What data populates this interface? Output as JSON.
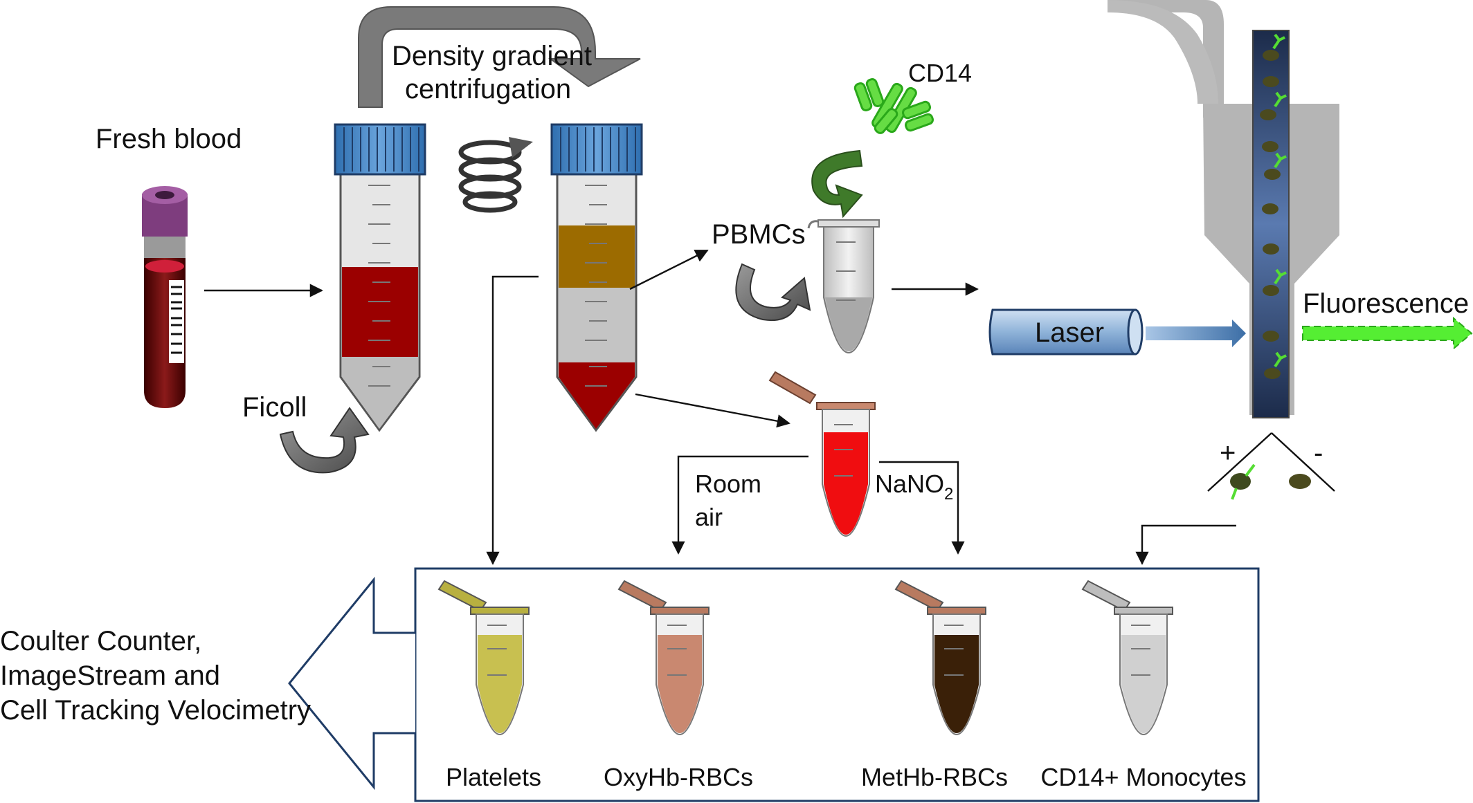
{
  "labels": {
    "fresh_blood": "Fresh blood",
    "ficoll": "Ficoll",
    "density_line1": "Density gradient",
    "density_line2": "centrifugation",
    "pbmcs": "PBMCs",
    "cd14": "CD14",
    "laser": "Laser",
    "fluorescence": "Fluorescence",
    "room_line1": "Room",
    "room_line2": "air",
    "nano2_main": "NaNO",
    "nano2_sub": "2",
    "plus": "+",
    "minus": "-",
    "analysis_line1": "Coulter Counter,",
    "analysis_line2": "ImageStream and",
    "analysis_line3": "Cell Tracking Velocimetry"
  },
  "outputs": [
    {
      "label": "Platelets",
      "color": "#c8c050",
      "cap": "#b8b040"
    },
    {
      "label": "OxyHb-RBCs",
      "color": "#c98870",
      "cap": "#b87a60"
    },
    {
      "label": "MetHb-RBCs",
      "color": "#3a2008",
      "cap": "#b87a60"
    },
    {
      "label": "CD14+ Monocytes",
      "color": "#d0d0d0",
      "cap": "#bdbdbd"
    }
  ],
  "colors": {
    "blood": "#8b0000",
    "cap_blue": "#4a86c5",
    "pbmc_layer": "#9c6b00",
    "antibody": "#66dd44",
    "fluorescence": "#55ee33",
    "laser": "#8fb3d9",
    "nozzle": "#b5b5b5"
  }
}
